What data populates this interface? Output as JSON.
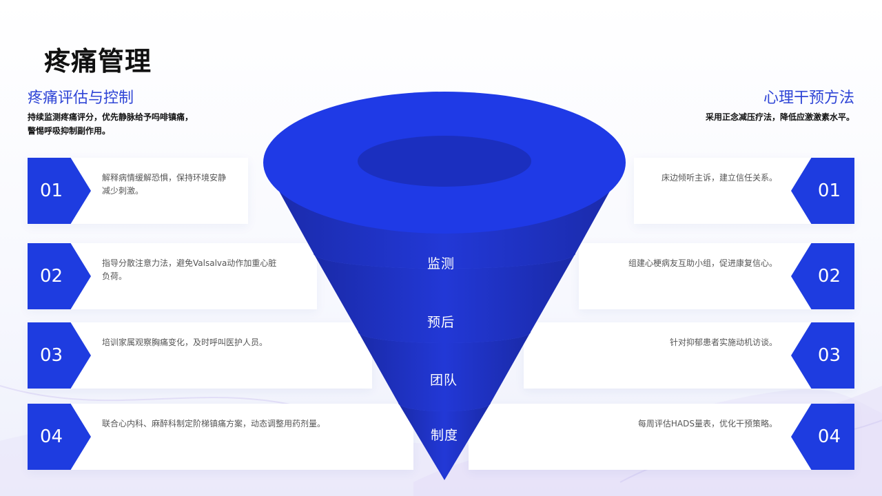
{
  "title": "疼痛管理",
  "left": {
    "heading": "疼痛评估与控制",
    "description": "持续监测疼痛评分，优先静脉给予吗啡镇痛，警惕呼吸抑制副作用。",
    "items": [
      {
        "num": "01",
        "text": "解释病情缓解恐惧，保持环境安静减少刺激。"
      },
      {
        "num": "02",
        "text": "指导分散注意力法，避免Valsalva动作加重心脏负荷。"
      },
      {
        "num": "03",
        "text": "培训家属观察胸痛变化，及时呼叫医护人员。"
      },
      {
        "num": "04",
        "text": "联合心内科、麻醉科制定阶梯镇痛方案，动态调整用药剂量。"
      }
    ]
  },
  "right": {
    "heading": "心理干预方法",
    "description": "采用正念减压疗法，降低应激激素水平。",
    "items": [
      {
        "num": "01",
        "text": "床边倾听主诉，建立信任关系。"
      },
      {
        "num": "02",
        "text": "组建心梗病友互助小组，促进康复信心。"
      },
      {
        "num": "03",
        "text": "针对抑郁患者实施动机访谈。"
      },
      {
        "num": "04",
        "text": "每周评估HADS量表，优化干预策略。"
      }
    ]
  },
  "funnel": {
    "stages": [
      "监测",
      "预后",
      "团队",
      "制度"
    ]
  },
  "colors": {
    "accent": "#1e3ce0",
    "heading": "#2f45d6",
    "funnel_dark": "#1a2bb0",
    "funnel_light": "#5c74f0"
  }
}
